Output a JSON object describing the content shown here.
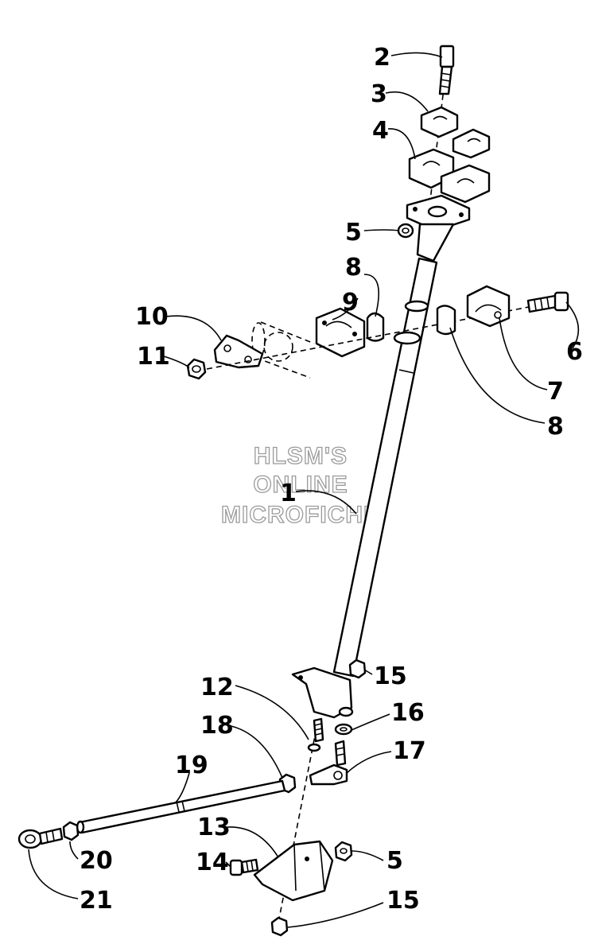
{
  "watermark": {
    "line1": "HLSM'S",
    "line2": "ONLINE",
    "line3": "MICROFICHE"
  },
  "callouts": [
    {
      "id": "c1",
      "label": "1"
    },
    {
      "id": "c2",
      "label": "2"
    },
    {
      "id": "c3",
      "label": "3"
    },
    {
      "id": "c4",
      "label": "4"
    },
    {
      "id": "c5a",
      "label": "5"
    },
    {
      "id": "c6",
      "label": "6"
    },
    {
      "id": "c7",
      "label": "7"
    },
    {
      "id": "c8a",
      "label": "8"
    },
    {
      "id": "c8b",
      "label": "8"
    },
    {
      "id": "c9",
      "label": "9"
    },
    {
      "id": "c10",
      "label": "10"
    },
    {
      "id": "c11",
      "label": "11"
    },
    {
      "id": "c12",
      "label": "12"
    },
    {
      "id": "c13",
      "label": "13"
    },
    {
      "id": "c14",
      "label": "14"
    },
    {
      "id": "c15a",
      "label": "15"
    },
    {
      "id": "c15b",
      "label": "15"
    },
    {
      "id": "c16",
      "label": "16"
    },
    {
      "id": "c17",
      "label": "17"
    },
    {
      "id": "c18",
      "label": "18"
    },
    {
      "id": "c19",
      "label": "19"
    },
    {
      "id": "c20",
      "label": "20"
    },
    {
      "id": "c21",
      "label": "21"
    },
    {
      "id": "c5b",
      "label": "5"
    }
  ]
}
